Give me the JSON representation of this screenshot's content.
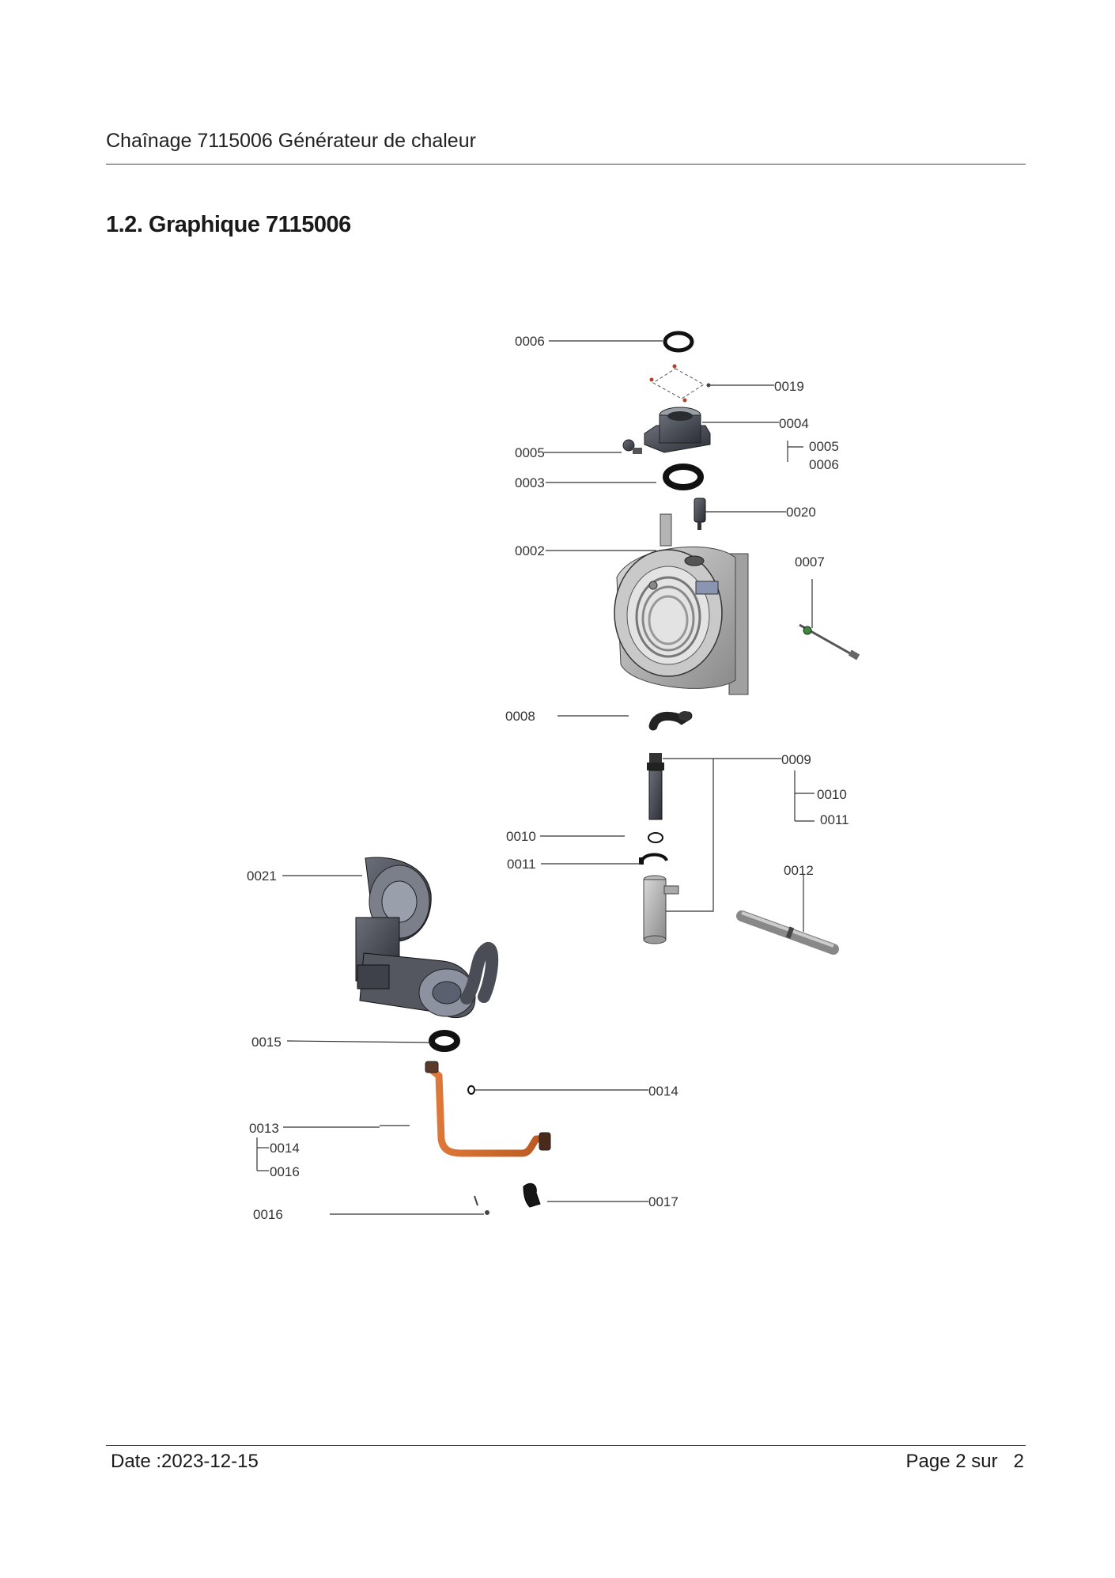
{
  "header": {
    "title": "Chaînage 7115006 Générateur de chaleur"
  },
  "section": {
    "title": "1.2. Graphique 7115006"
  },
  "labels": {
    "l0006": "0006",
    "l0019": "0019",
    "l0004": "0004",
    "l0005": "0005",
    "l0005r": "0005",
    "l0006r": "0006",
    "l0003": "0003",
    "l0020": "0020",
    "l0002": "0002",
    "l0007": "0007",
    "l0008": "0008",
    "l0009": "0009",
    "l0010r": "0010",
    "l0011r": "0011",
    "l0010": "0010",
    "l0011": "0011",
    "l0012": "0012",
    "l0021": "0021",
    "l0015": "0015",
    "l0014": "0014",
    "l0013": "0013",
    "l0014b": "0014",
    "l0016b": "0016",
    "l0016": "0016",
    "l0017": "0017"
  },
  "footer": {
    "date": "Date :2023-12-15",
    "page_prefix": "Page 2 sur",
    "page_total": "2"
  }
}
